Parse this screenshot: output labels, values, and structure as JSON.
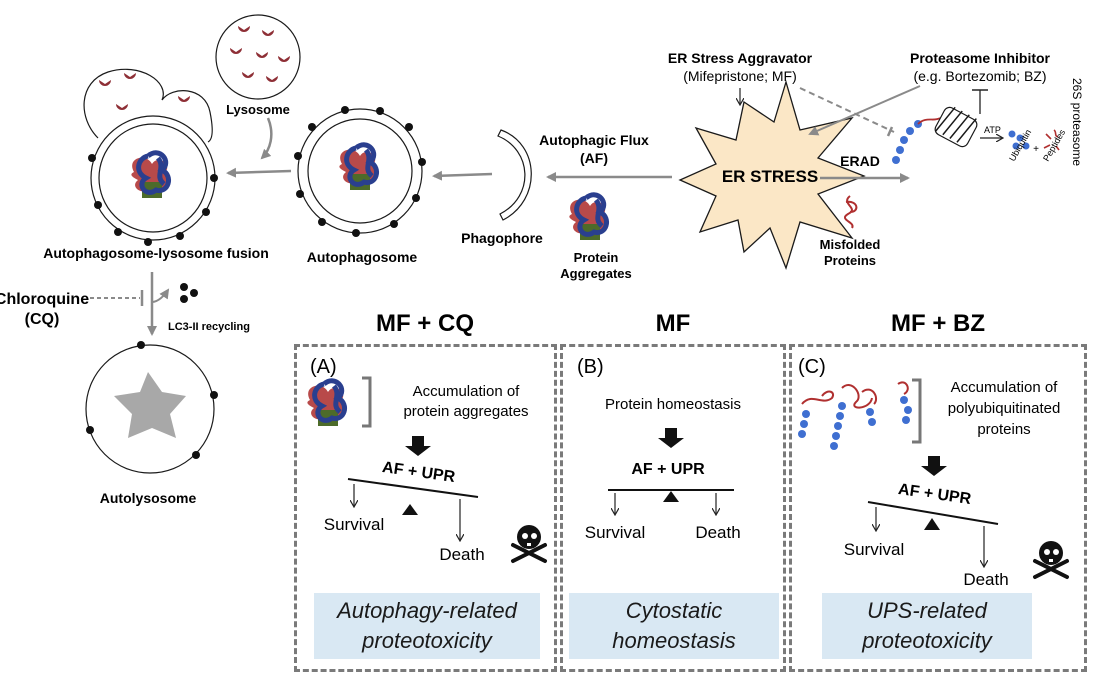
{
  "labels": {
    "lysosome": "Lysosome",
    "fusion": "Autophagosome-lysosome fusion",
    "autophagosome": "Autophagosome",
    "phagophore": "Phagophore",
    "af_line1": "Autophagic Flux",
    "af_line2": "(AF)",
    "protein_agg_line1": "Protein",
    "protein_agg_line2": "Aggregates",
    "er_stress": "ER STRESS",
    "er_aggravator_line1": "ER Stress Aggravator",
    "er_aggravator_line2": "(Mifepristone; MF)",
    "pi_line1": "Proteasome Inhibitor",
    "pi_line2": "(e.g. Bortezomib; BZ)",
    "erad": "ERAD",
    "misfolded_line1": "Misfolded",
    "misfolded_line2": "Proteins",
    "atp": "ATP",
    "ubiquitin": "Ubiquitin",
    "peptides": "Peptides",
    "plus": "+",
    "proteasome_26s": "26S proteasome",
    "chloroquine_line1": "Chloroquine",
    "chloroquine_line2": "(CQ)",
    "lc3": "LC3-II recycling",
    "autolysosome": "Autolysosome"
  },
  "panels": [
    {
      "heading": "MF + CQ",
      "letter": "(A)",
      "note_line1": "Accumulation of",
      "note_line2": "protein aggregates",
      "balance": "AF + UPR",
      "survival": "Survival",
      "death": "Death",
      "caption": "Autophagy-related\nproteotoxicity"
    },
    {
      "heading": "MF",
      "letter": "(B)",
      "note_line1": "Protein homeostasis",
      "balance": "AF + UPR",
      "survival": "Survival",
      "death": "Death",
      "caption": "Cytostatic\nhomeostasis"
    },
    {
      "heading": "MF + BZ",
      "letter": "(C)",
      "note_line1": "Accumulation of",
      "note_line2": "polyubiquitinated",
      "note_line3": "proteins",
      "balance": "AF + UPR",
      "survival": "Survival",
      "death": "Death",
      "caption": "UPS-related\nproteotoxicity"
    }
  ],
  "colors": {
    "arrow_gray": "#8a8a8a",
    "aggregate_red": "#b84a4a",
    "aggregate_blue": "#2a3f8f",
    "aggregate_green": "#4d6b2a",
    "lysosome_dot": "#8e2f36",
    "er_star_fill": "#fbe7c6",
    "ubiquitin_blue": "#3f6fd1",
    "caption_bg": "#d9e8f3",
    "panel_border": "#7a7a7a"
  },
  "icons": [
    "skull-crossbones-icon",
    "down-arrow-icon",
    "balance-icon",
    "proteasome-icon"
  ]
}
